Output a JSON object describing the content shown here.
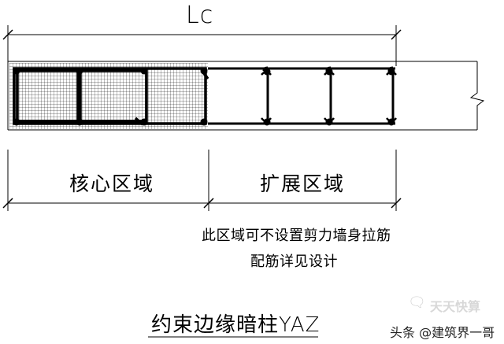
{
  "diagram": {
    "dimension_label": "Lc",
    "core_region_label": "核心区域",
    "extension_region_label": "扩展区域",
    "note_line1": "此区域可不设置剪力墙身拉筋",
    "note_line2": "配筋详见设计",
    "title": "约束边缘暗柱YAZ"
  },
  "watermarks": {
    "top_text": "天天快算",
    "top_icon": "wechat-icon",
    "bottom_text": "头条 @建筑界一哥"
  },
  "colors": {
    "line": "#000000",
    "grid": "#000000",
    "watermark_light": "#d4d4d4"
  }
}
